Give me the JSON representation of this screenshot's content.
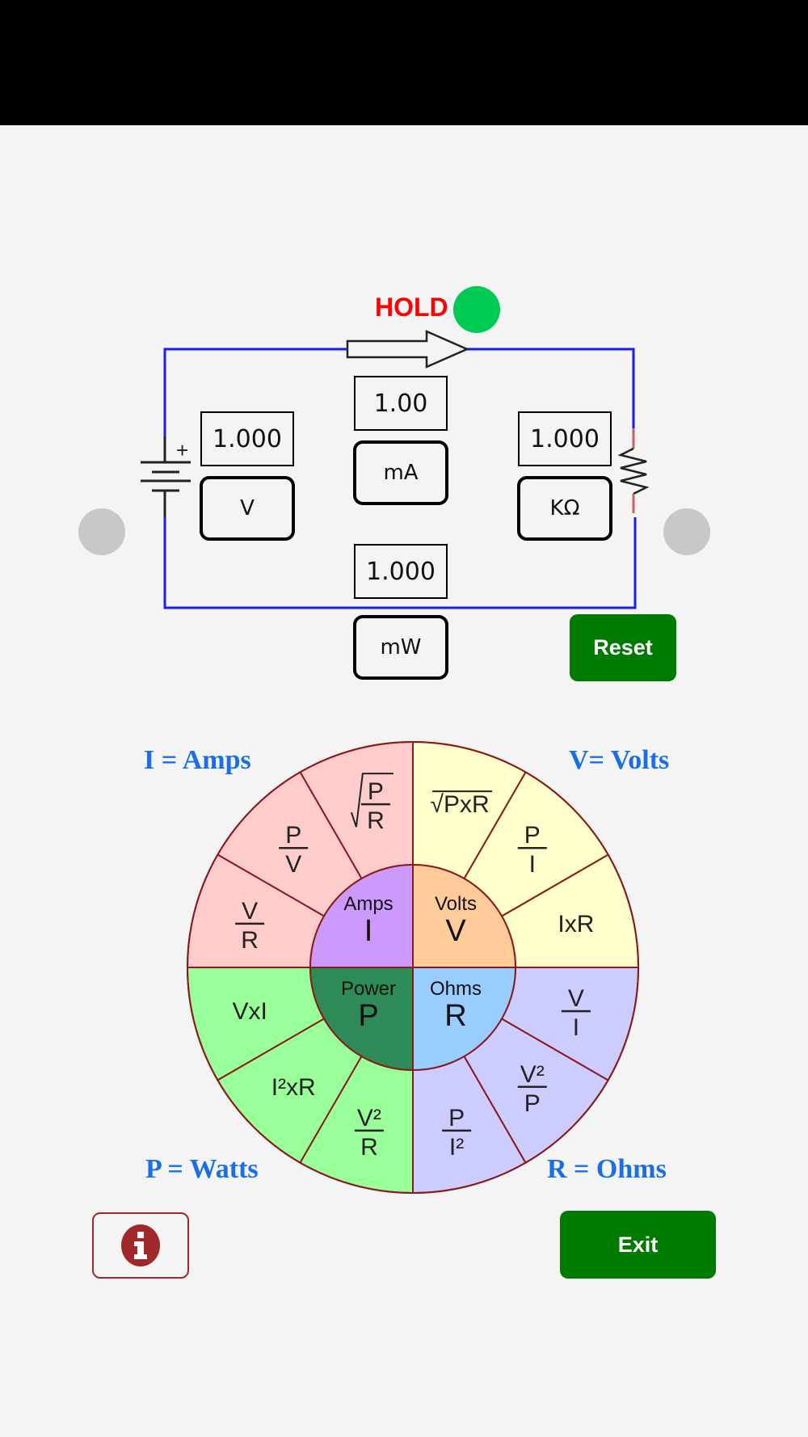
{
  "hold": {
    "label": "HOLD",
    "indicator_color": "#00cc55",
    "label_color": "#ff0000"
  },
  "circuit": {
    "wire_color": "#1a1aff",
    "battery_polarity": "+",
    "voltage": {
      "value": "1.000",
      "unit": "V"
    },
    "current": {
      "value": "1.00",
      "unit": "mA"
    },
    "resistance": {
      "value": "1.000",
      "unit": "KΩ"
    },
    "power": {
      "value": "1.000",
      "unit": "mW"
    }
  },
  "buttons": {
    "reset": "Reset",
    "exit": "Exit",
    "info_icon": "info-icon",
    "accent": "#007a00"
  },
  "wheel": {
    "corner_labels": {
      "amps": "I = Amps",
      "volts": "V= Volts",
      "watts": "P = Watts",
      "ohms": "R = Ohms"
    },
    "center": [
      {
        "name": "Amps",
        "symbol": "I",
        "color": "#cc99ff"
      },
      {
        "name": "Volts",
        "symbol": "V",
        "color": "#ffcc99"
      },
      {
        "name": "Power",
        "symbol": "P",
        "color": "#2e8b57"
      },
      {
        "name": "Ohms",
        "symbol": "R",
        "color": "#99ccff"
      }
    ],
    "quadrants": {
      "I": {
        "color": "#ffcccc",
        "formulas": [
          "V/R",
          "P/V",
          "√(P/R)"
        ]
      },
      "V": {
        "color": "#ffffcc",
        "formulas": [
          "√PxR",
          "P/I",
          "IxR"
        ]
      },
      "R": {
        "color": "#ccccff",
        "formulas": [
          "V/I",
          "V²/P",
          "P/I²"
        ]
      },
      "P": {
        "color": "#99ff99",
        "formulas": [
          "V²/R",
          "I²xR",
          "VxI"
        ]
      }
    }
  }
}
